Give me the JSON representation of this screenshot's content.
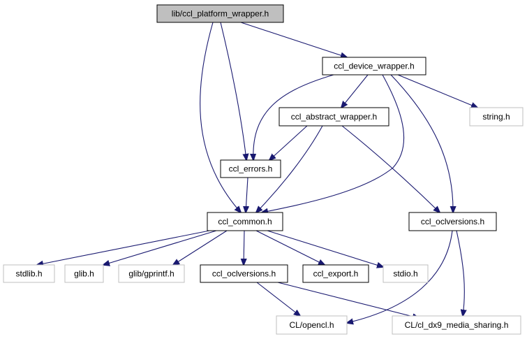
{
  "nodes": {
    "lib_ccl_platform_wrapper": "lib/ccl_platform_wrapper.h",
    "ccl_device_wrapper": "ccl_device_wrapper.h",
    "string_h": "string.h",
    "ccl_abstract_wrapper": "ccl_abstract_wrapper.h",
    "ccl_errors": "ccl_errors.h",
    "ccl_common": "ccl_common.h",
    "ccl_oclversions_right": "ccl_oclversions.h",
    "stdlib_h": "stdlib.h",
    "glib_h": "glib.h",
    "glib_gprintf_h": "glib/gprintf.h",
    "ccl_oclversions_bottom": "ccl_oclversions.h",
    "ccl_export": "ccl_export.h",
    "stdio_h": "stdio.h",
    "cl_opencl_h": "CL/opencl.h",
    "cl_dx9_media_sharing_h": "CL/cl_dx9_media_sharing.h"
  },
  "colors": {
    "edge": "#191970",
    "root_fill": "#bfbfbf",
    "documented_border": "#000000",
    "external_border": "#bfbfbf"
  }
}
